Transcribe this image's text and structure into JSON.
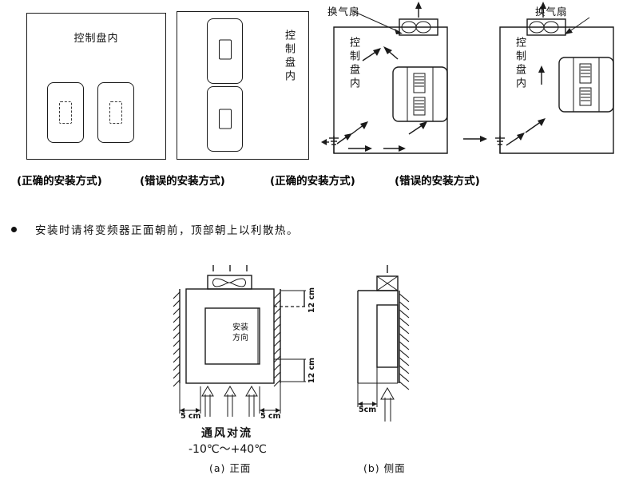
{
  "document": {
    "language": "zh-CN",
    "type": "inverter-installation-guide"
  },
  "top_section": {
    "panels": [
      {
        "id": "panel-1",
        "label": "控制盘内",
        "label_orientation": "horizontal",
        "caption": "(正确的安装方式)",
        "arrangement": "two units side by side",
        "units": 2
      },
      {
        "id": "panel-2",
        "label": "控制盘内",
        "label_orientation": "vertical",
        "caption": "(错误的安装方式)",
        "arrangement": "two units stacked vertically",
        "units": 2
      },
      {
        "id": "panel-3",
        "label": "控制盘内",
        "label_orientation": "vertical",
        "caption": "(正确的安装方式)",
        "fan_label": "换气扇",
        "arrangement": "fan above inverter with airflow",
        "units": 1
      },
      {
        "id": "panel-4",
        "label": "控制盘内",
        "label_orientation": "vertical",
        "caption": "(错误的安装方式)",
        "fan_label": "换气扇",
        "arrangement": "fan offset from inverter, poor airflow",
        "units": 1
      }
    ]
  },
  "note": {
    "bullet": "●",
    "text": "安装时请将变频器正面朝前，顶部朝上以利散热。"
  },
  "bottom_section": {
    "front_view": {
      "caption": "(a) 正面",
      "center_label_line1": "安装",
      "center_label_line2": "方向",
      "clearance_top_right": "12 cm",
      "clearance_bottom_right": "12 cm",
      "clearance_left": "5 cm",
      "clearance_right": "5 cm",
      "airflow_title": "通风对流",
      "temperature_range": "-10℃～+40℃"
    },
    "side_view": {
      "caption": "(b) 侧面",
      "clearance_bottom": "5cm"
    }
  },
  "colors": {
    "ink": "#1a1a1a",
    "background": "#ffffff"
  },
  "icons": {
    "fan": "fan-icon",
    "arrow_up": "arrow-up-icon",
    "arrow_right": "arrow-right-icon",
    "bullet": "bullet-dot-icon"
  }
}
